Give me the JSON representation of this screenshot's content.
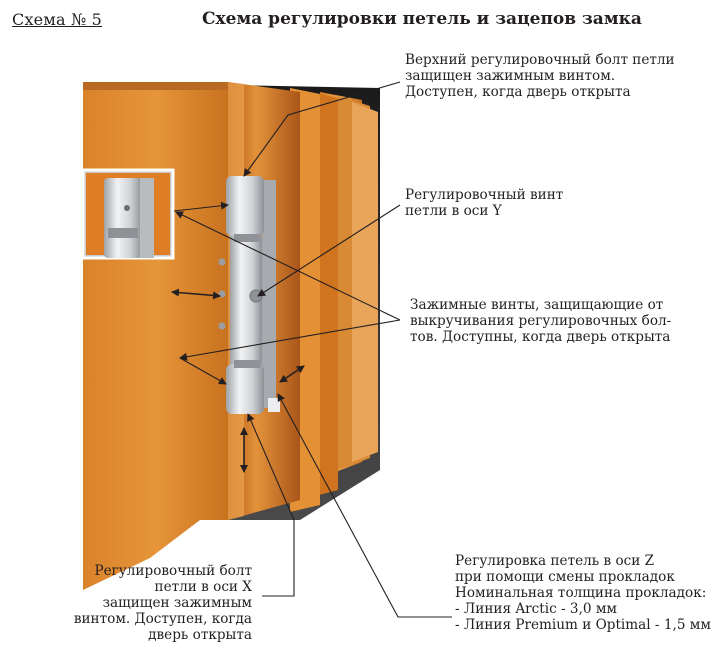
{
  "header": {
    "scheme_label": "Схема № 5",
    "title": "Схема регулировки петель и зацепов замка"
  },
  "labels": {
    "top_bolt": [
      "Верхний регулировочный болт петли",
      "защищен зажимным винтом.",
      "Доступен, когда дверь открыта"
    ],
    "y_screw": [
      "Регулировочный винт",
      "петли в оси Y"
    ],
    "clamp_screws": [
      "Зажимные винты, защищающие от",
      "выкручивания регулировочных бол-",
      "тов. Доступны, когда дверь открыта"
    ],
    "x_bolt": [
      "Регулировочный болт",
      "петли в оси X",
      "защищен зажимным",
      "винтом. Доступен, когда",
      "дверь открыта"
    ],
    "z_adjust": [
      "Регулировка петель в оси Z",
      "при помощи смены прокладок",
      "Номинальная толщина прокладок:",
      "- Линия Arctic - 3,0 мм",
      "- Линия Premium и Optimal - 1,5 мм"
    ]
  },
  "colors": {
    "door_orange": "#e08a2c",
    "door_dark": "#b4601a",
    "hinge_silver": "#d9dbdd",
    "line": "#231f20"
  }
}
